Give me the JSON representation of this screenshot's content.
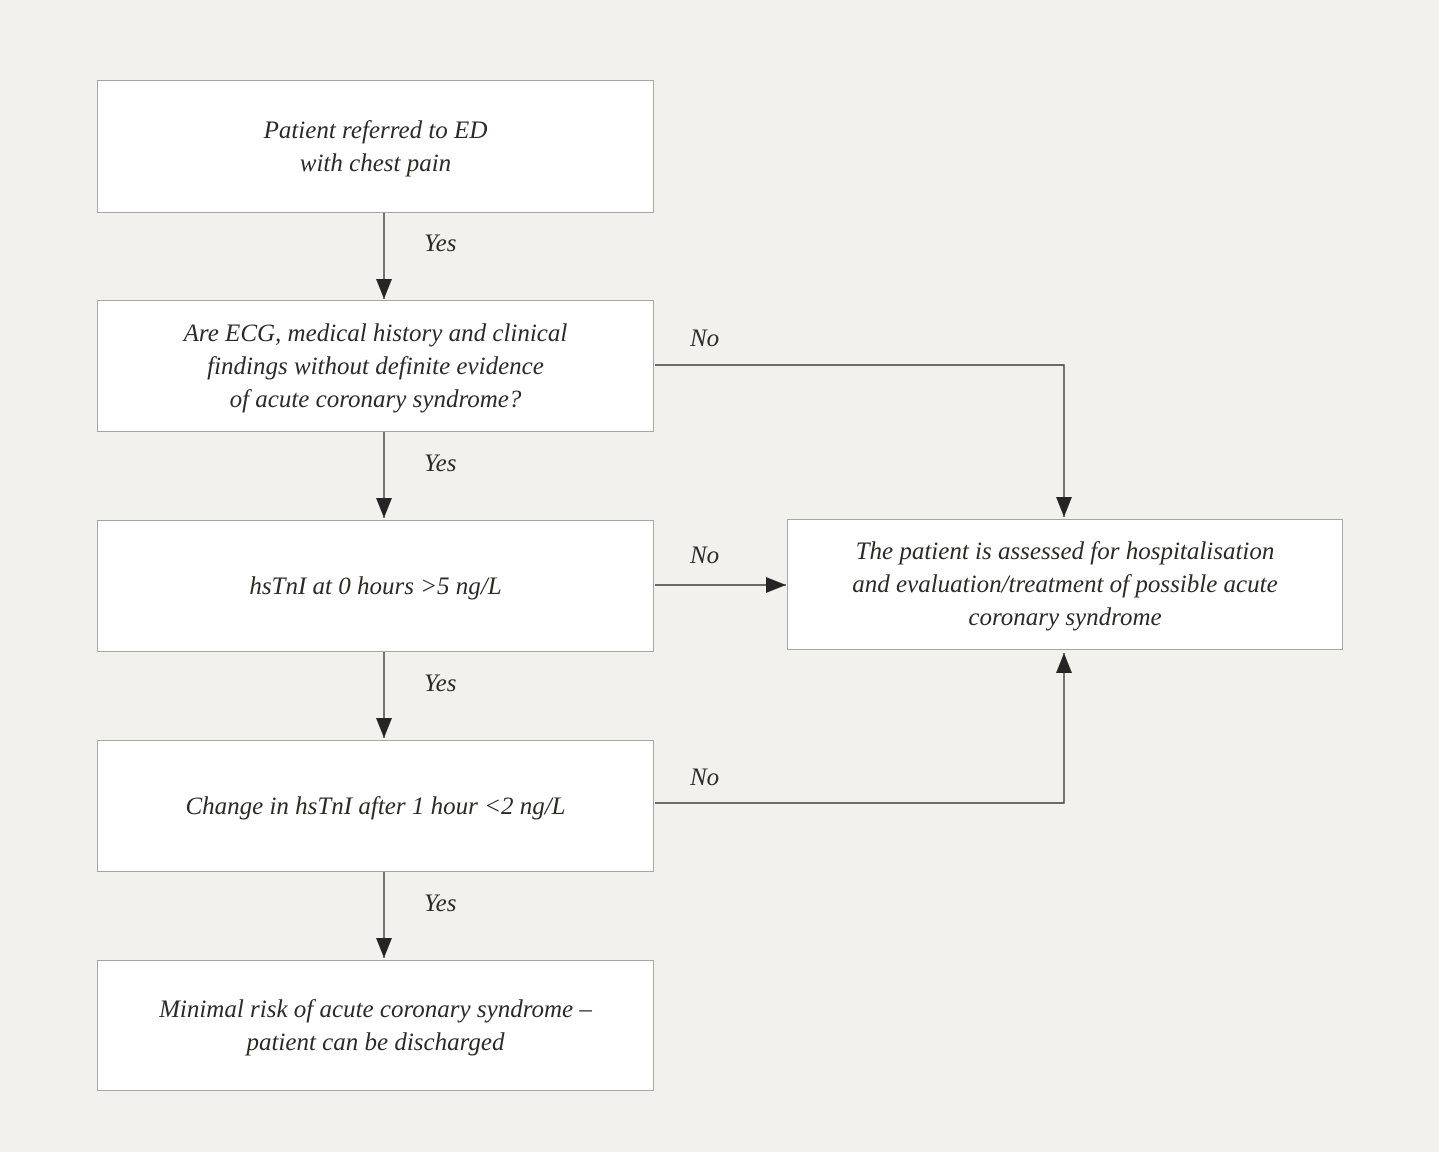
{
  "diagram": {
    "type": "flowchart",
    "colors": {
      "background": "#f2f1ee",
      "node_fill": "#ffffff",
      "node_border": "#a6a6a6",
      "arrow": "#3f3e3c",
      "text": "#2b2a28"
    },
    "nodes": [
      {
        "id": "referral",
        "text": "Patient referred to ED\nwith chest pain"
      },
      {
        "id": "ecg-question",
        "text": "Are ECG, medical history and clinical\nfindings without definite evidence\nof acute coronary syndrome?"
      },
      {
        "id": "hstni-0-hours",
        "text": "hsTnI at 0 hours >5 ng/L"
      },
      {
        "id": "hstni-1-hour",
        "text": "Change in hsTnI after 1 hour <2 ng/L"
      },
      {
        "id": "discharge",
        "text": "Minimal risk of acute coronary syndrome –\npatient can be discharged"
      },
      {
        "id": "hospitalisation",
        "text": "The patient is assessed for hospitalisation\nand evaluation/treatment of possible acute\ncoronary syndrome"
      }
    ],
    "edges": [
      {
        "from": "referral",
        "to": "ecg-question",
        "label": "Yes"
      },
      {
        "from": "ecg-question",
        "to": "hstni-0-hours",
        "label": "Yes"
      },
      {
        "from": "ecg-question",
        "to": "hospitalisation",
        "label": "No"
      },
      {
        "from": "hstni-0-hours",
        "to": "hstni-1-hour",
        "label": "Yes"
      },
      {
        "from": "hstni-0-hours",
        "to": "hospitalisation",
        "label": "No"
      },
      {
        "from": "hstni-1-hour",
        "to": "discharge",
        "label": "Yes"
      },
      {
        "from": "hstni-1-hour",
        "to": "hospitalisation",
        "label": "No"
      }
    ]
  }
}
